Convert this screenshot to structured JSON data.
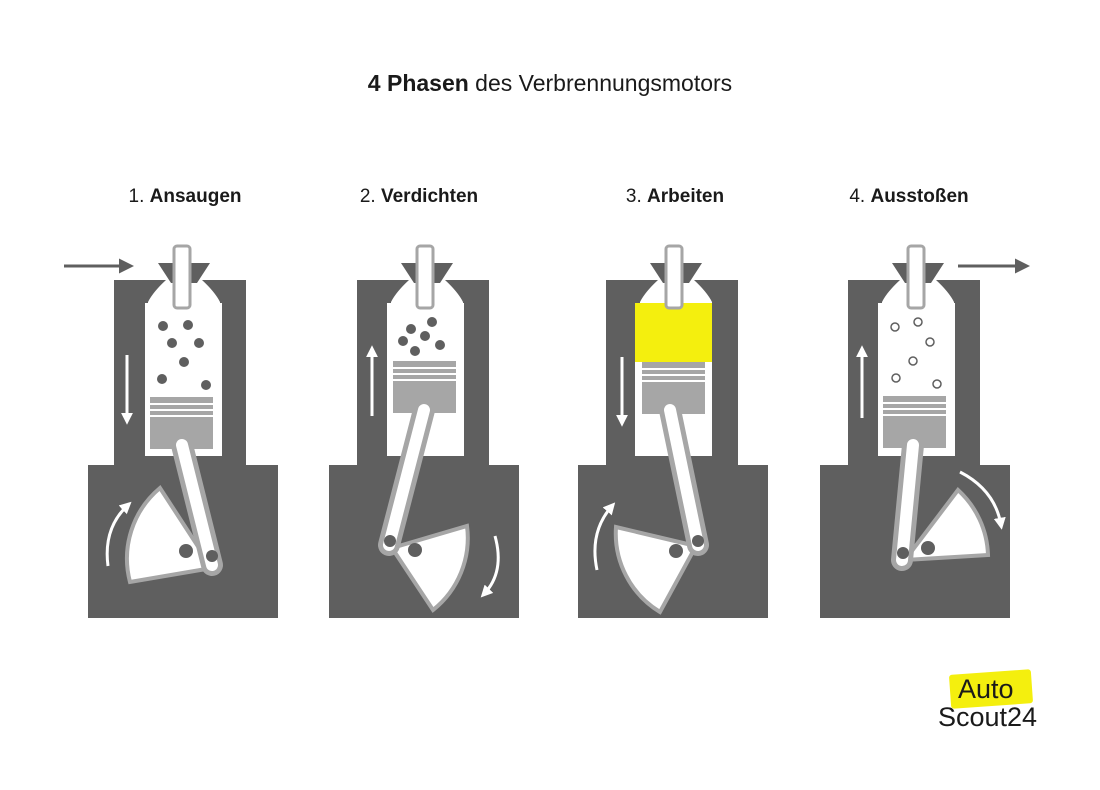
{
  "title": {
    "strong": "4 Phasen",
    "rest": " des Verbrennungsmotors"
  },
  "phases": [
    {
      "num": "1.",
      "name": "Ansaugen"
    },
    {
      "num": "2.",
      "name": "Verdichten"
    },
    {
      "num": "3.",
      "name": "Arbeiten"
    },
    {
      "num": "4.",
      "name": "Ausstoßen"
    }
  ],
  "logo": {
    "line1": "Auto",
    "line2": "Scout24"
  },
  "colors": {
    "engine": "#5f5f5f",
    "part": "#a6a6a6",
    "ignition": "#f4ef0e",
    "background": "#ffffff"
  }
}
